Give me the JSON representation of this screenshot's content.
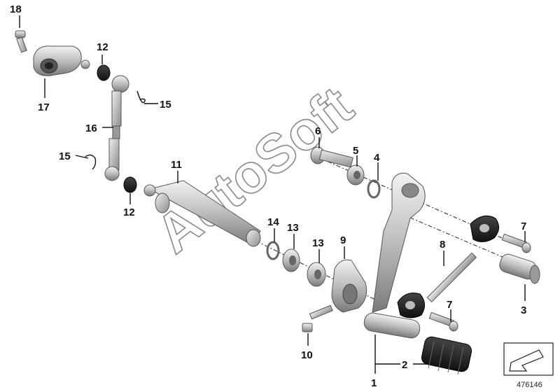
{
  "diagram": {
    "watermark": "AutoSoft",
    "diagram_number": "476146",
    "callouts": {
      "c18": "18",
      "c17": "17",
      "c12a": "12",
      "c12b": "12",
      "c15a": "15",
      "c15b": "15",
      "c16": "16",
      "c11": "11",
      "c6": "6",
      "c5": "5",
      "c4": "4",
      "c14": "14",
      "c13a": "13",
      "c13b": "13",
      "c9": "9",
      "c8": "8",
      "c7a": "7",
      "c7b": "7",
      "c3": "3",
      "c10": "10",
      "c1": "1",
      "c2": "2"
    }
  }
}
